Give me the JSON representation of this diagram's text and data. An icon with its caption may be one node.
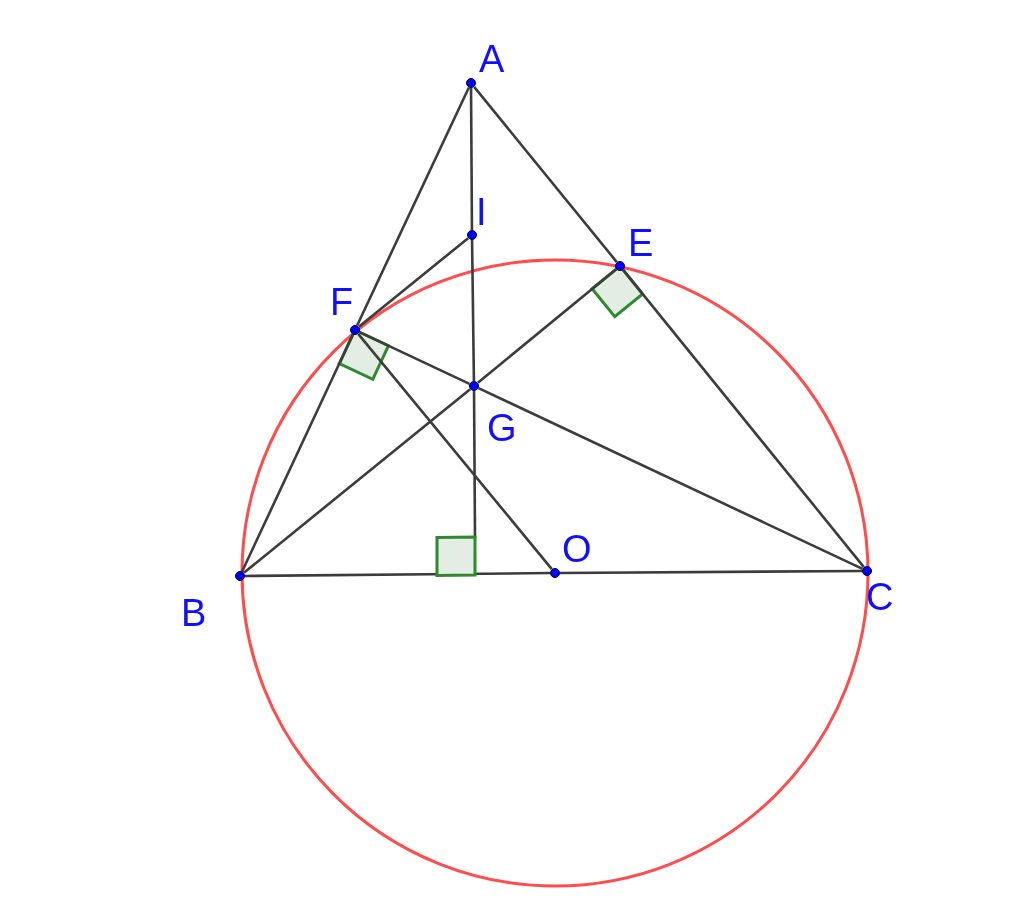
{
  "diagram": {
    "nodes": [
      {
        "text": [],
        "shape": "circle",
        "beside": [
          "A"
        ]
      },
      {
        "text": [],
        "shape": "circle",
        "beside": [
          "I"
        ]
      },
      {
        "text": [],
        "shape": "circle",
        "beside": [
          "E"
        ]
      },
      {
        "text": [],
        "shape": "circle",
        "beside": [
          "F"
        ]
      },
      {
        "text": [],
        "shape": "circle",
        "beside": [
          "G"
        ]
      },
      {
        "text": [],
        "shape": "circle",
        "beside": [
          "O"
        ]
      },
      {
        "text": [],
        "shape": "circle",
        "beside": [
          "B"
        ]
      },
      {
        "text": [],
        "shape": "circle",
        "beside": [
          "C"
        ]
      },
      {
        "text": [],
        "shape": "box"
      }
    ],
    "edges": [
      {
        "from": 0,
        "to": 3,
        "arrow": "none"
      },
      {
        "from": 3,
        "to": 6,
        "arrow": "none"
      },
      {
        "from": 0,
        "to": 2,
        "arrow": "none"
      },
      {
        "from": 2,
        "to": 7,
        "arrow": "none"
      },
      {
        "from": 6,
        "to": 5,
        "arrow": "none"
      },
      {
        "from": 5,
        "to": 7,
        "arrow": "none"
      },
      {
        "from": 0,
        "to": 1,
        "arrow": "none"
      },
      {
        "from": 1,
        "to": 4,
        "arrow": "none"
      },
      {
        "from": 4,
        "to": 8,
        "arrow": "none"
      },
      {
        "from": 3,
        "to": 1,
        "arrow": "none"
      },
      {
        "from": 3,
        "to": 5,
        "arrow": "none"
      },
      {
        "from": 3,
        "to": 4,
        "arrow": "none"
      },
      {
        "from": 4,
        "to": 7,
        "arrow": "none"
      },
      {
        "from": 6,
        "to": 4,
        "arrow": "none"
      },
      {
        "from": 4,
        "to": 2,
        "arrow": "none"
      }
    ]
  }
}
